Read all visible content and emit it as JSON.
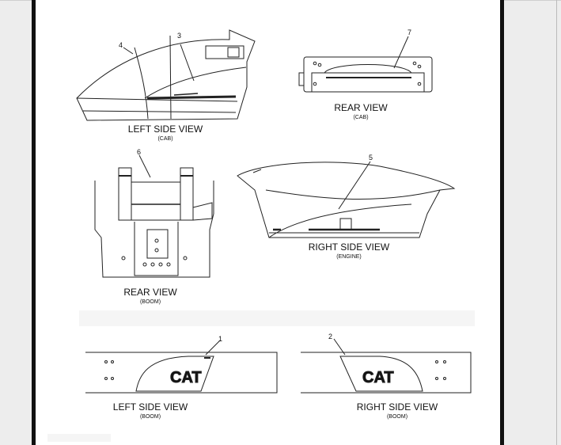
{
  "views": {
    "left_cab": {
      "title": "LEFT SIDE VIEW",
      "sub": "(CAB)"
    },
    "rear_cab": {
      "title": "REAR VIEW",
      "sub": "(CAB)"
    },
    "rear_boom": {
      "title": "REAR VIEW",
      "sub": "(BOOM)"
    },
    "right_engine": {
      "title": "RIGHT SIDE VIEW",
      "sub": "(ENGINE)"
    },
    "left_boom": {
      "title": "LEFT SIDE VIEW",
      "sub": "(BOOM)"
    },
    "right_boom": {
      "title": "RIGHT SIDE VIEW",
      "sub": "(BOOM)"
    }
  },
  "callouts": {
    "c1": "1",
    "c2": "2",
    "c3": "3",
    "c4": "4",
    "c5": "5",
    "c6": "6",
    "c7": "7"
  },
  "logo": {
    "left": "CAT",
    "right": "CAT"
  }
}
